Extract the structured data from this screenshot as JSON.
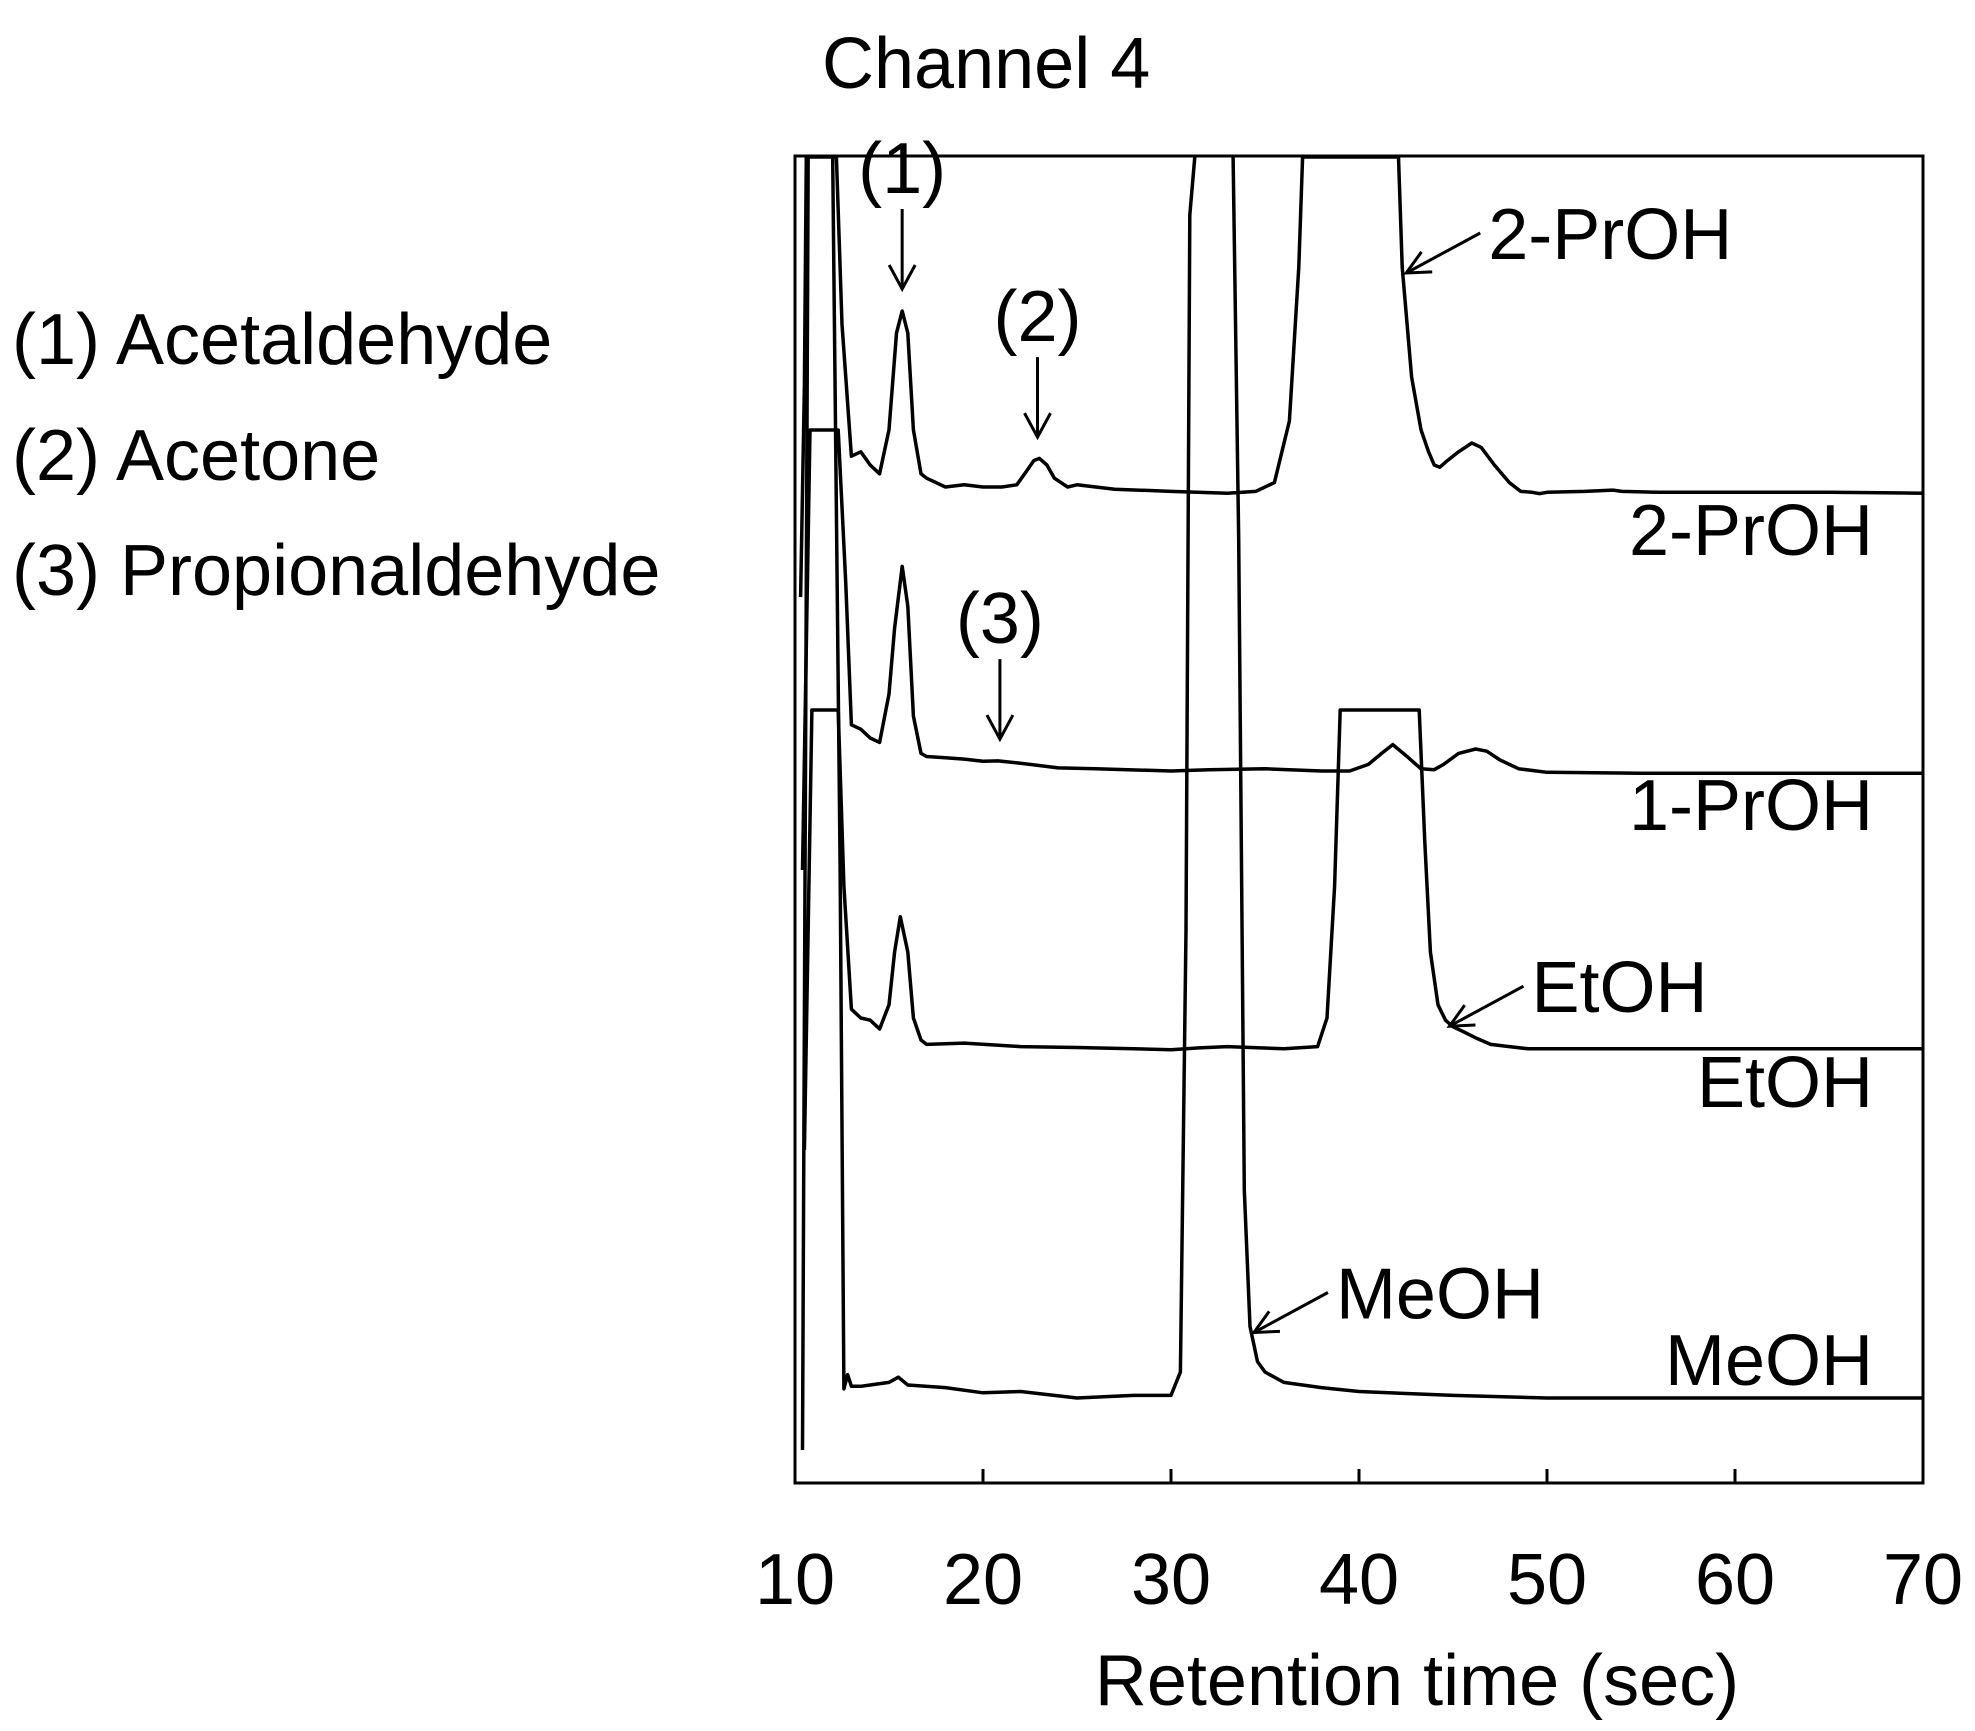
{
  "chart_data": {
    "type": "line",
    "title": "Channel 4",
    "xlabel": "Retention time (sec)",
    "ylabel": "",
    "xlim": [
      10,
      70
    ],
    "xticks": [
      10,
      20,
      30,
      40,
      50,
      60,
      70
    ],
    "y_axis_ticks_shown": false,
    "grid": false,
    "legend_text": [
      "(1) Acetaldehyde",
      "(2) Acetone",
      "(3) Propionaldehyde"
    ],
    "series": [
      {
        "name": "2-PrOH",
        "x": [
          10.3,
          10.5,
          10.6,
          10.8,
          11.5,
          11.8,
          12.0,
          12.2,
          12.5,
          13.0,
          13.5,
          14.0,
          14.5,
          15.0,
          15.4,
          15.7,
          16.0,
          16.3,
          16.7,
          17.0,
          17.5,
          18.0,
          19,
          20,
          21,
          21.8,
          22.3,
          22.7,
          23.0,
          23.4,
          23.8,
          24.5,
          25,
          27,
          30,
          33,
          34.5,
          35.5,
          36.3,
          36.8,
          37.0,
          42.1,
          42.3,
          42.8,
          43.3,
          43.7,
          44.0,
          44.3,
          44.7,
          45.3,
          46.0,
          46.5,
          47.2,
          48.0,
          48.6,
          49.2,
          49.6,
          50,
          52,
          53.5,
          54,
          56,
          60,
          65,
          70
        ],
        "y": [
          0,
          48,
          100,
          100,
          100,
          100,
          100,
          100,
          62,
          32,
          33,
          30,
          28,
          38,
          60,
          65,
          60,
          38,
          28,
          27,
          26,
          25,
          25.5,
          25,
          25,
          25.5,
          28.5,
          31,
          31.5,
          30,
          27,
          25,
          25.5,
          24.5,
          24,
          23.6,
          24,
          26,
          40,
          75,
          100,
          100,
          75,
          50,
          38,
          33,
          30,
          29.5,
          31,
          33,
          35,
          34,
          30,
          26,
          24,
          23.8,
          23.5,
          23.8,
          24,
          24.3,
          24,
          23.8,
          23.8,
          23.8,
          23.6
        ]
      },
      {
        "name": "1-PrOH",
        "x": [
          10.4,
          10.8,
          11,
          12,
          12.3,
          12.7,
          13.0,
          13.5,
          14,
          14.5,
          15.0,
          15.3,
          15.7,
          16.0,
          16.3,
          16.7,
          17,
          18,
          19,
          20,
          20.8,
          21.5,
          22.5,
          24,
          26,
          30,
          32,
          35,
          38,
          39.5,
          40.5,
          41.2,
          41.8,
          42.5,
          43.3,
          44,
          44.5,
          45.3,
          46.2,
          46.8,
          47.5,
          48.5,
          50,
          55,
          60,
          65,
          70
        ],
        "y": [
          0,
          100,
          100,
          100,
          100,
          65,
          33,
          32,
          30,
          29,
          40,
          55,
          69,
          60,
          35,
          26.5,
          25.8,
          25.5,
          25.2,
          24.7,
          24.8,
          24.5,
          24,
          23.2,
          23,
          22.5,
          22.8,
          23,
          22.5,
          22.5,
          24,
          26.5,
          28.5,
          26,
          23,
          22.8,
          24,
          26.5,
          27.5,
          27,
          25,
          23,
          22.2,
          22,
          22,
          22,
          22
        ]
      },
      {
        "name": "EtOH",
        "x": [
          10.5,
          10.9,
          11.2,
          12,
          12.3,
          12.6,
          13.0,
          13.5,
          14.0,
          14.5,
          15.0,
          15.3,
          15.6,
          16.0,
          16.3,
          16.7,
          17,
          19,
          22,
          25,
          28,
          30,
          31.5,
          33,
          36,
          37.8,
          38.3,
          38.7,
          39.0,
          39.3,
          39.6,
          40,
          43.2,
          43.5,
          43.8,
          44.2,
          44.6,
          45.0,
          45.5,
          46.2,
          47,
          48,
          49,
          50,
          55,
          60,
          65,
          70
        ],
        "y": [
          0,
          100,
          100,
          100,
          100,
          60,
          32,
          30,
          29.5,
          27.5,
          33,
          45,
          53,
          45,
          30,
          25,
          24,
          24.3,
          23.5,
          23.3,
          23,
          22.8,
          23.2,
          23.5,
          23,
          23.5,
          30,
          60,
          100,
          100,
          100,
          100,
          100,
          70,
          45,
          33,
          29.5,
          28,
          27,
          25.5,
          24,
          23.5,
          23,
          23,
          23,
          23,
          23,
          23
        ]
      },
      {
        "name": "MeOH",
        "x": [
          10.4,
          10.7,
          11,
          12.0,
          12.4,
          12.6,
          12.8,
          13.0,
          13.5,
          14,
          15,
          15.5,
          16,
          18,
          20,
          22,
          25,
          28,
          30,
          30.5,
          30.8,
          31.0,
          31.3,
          33.3,
          33.6,
          33.9,
          34.2,
          34.6,
          35,
          36,
          38,
          40,
          45,
          50,
          55,
          60,
          65,
          70
        ],
        "y": [
          0,
          100,
          100,
          100,
          45,
          4.7,
          5.8,
          4.9,
          4.9,
          5,
          5.2,
          5.6,
          5,
          4.8,
          4.4,
          4.5,
          4,
          4.2,
          4.2,
          6,
          40,
          95,
          100,
          100,
          70,
          20,
          9.5,
          6.8,
          6,
          5.2,
          4.8,
          4.5,
          4.2,
          4,
          4,
          4,
          4,
          4
        ]
      }
    ],
    "peak_labels": [
      {
        "text": "(1)",
        "x": 15.7,
        "series": "2-PrOH"
      },
      {
        "text": "(2)",
        "x": 22.9,
        "series": "2-PrOH"
      },
      {
        "text": "(3)",
        "x": 20.9,
        "series": "1-PrOH"
      }
    ],
    "arrow_annotations": [
      {
        "text": "2-PrOH",
        "target_x": 42.3,
        "target_series": "2-PrOH"
      },
      {
        "text": "EtOH",
        "target_x": 44.6,
        "target_series": "EtOH"
      },
      {
        "text": "MeOH",
        "target_x": 34.2,
        "target_series": "MeOH"
      }
    ],
    "series_labels_position": "right"
  }
}
